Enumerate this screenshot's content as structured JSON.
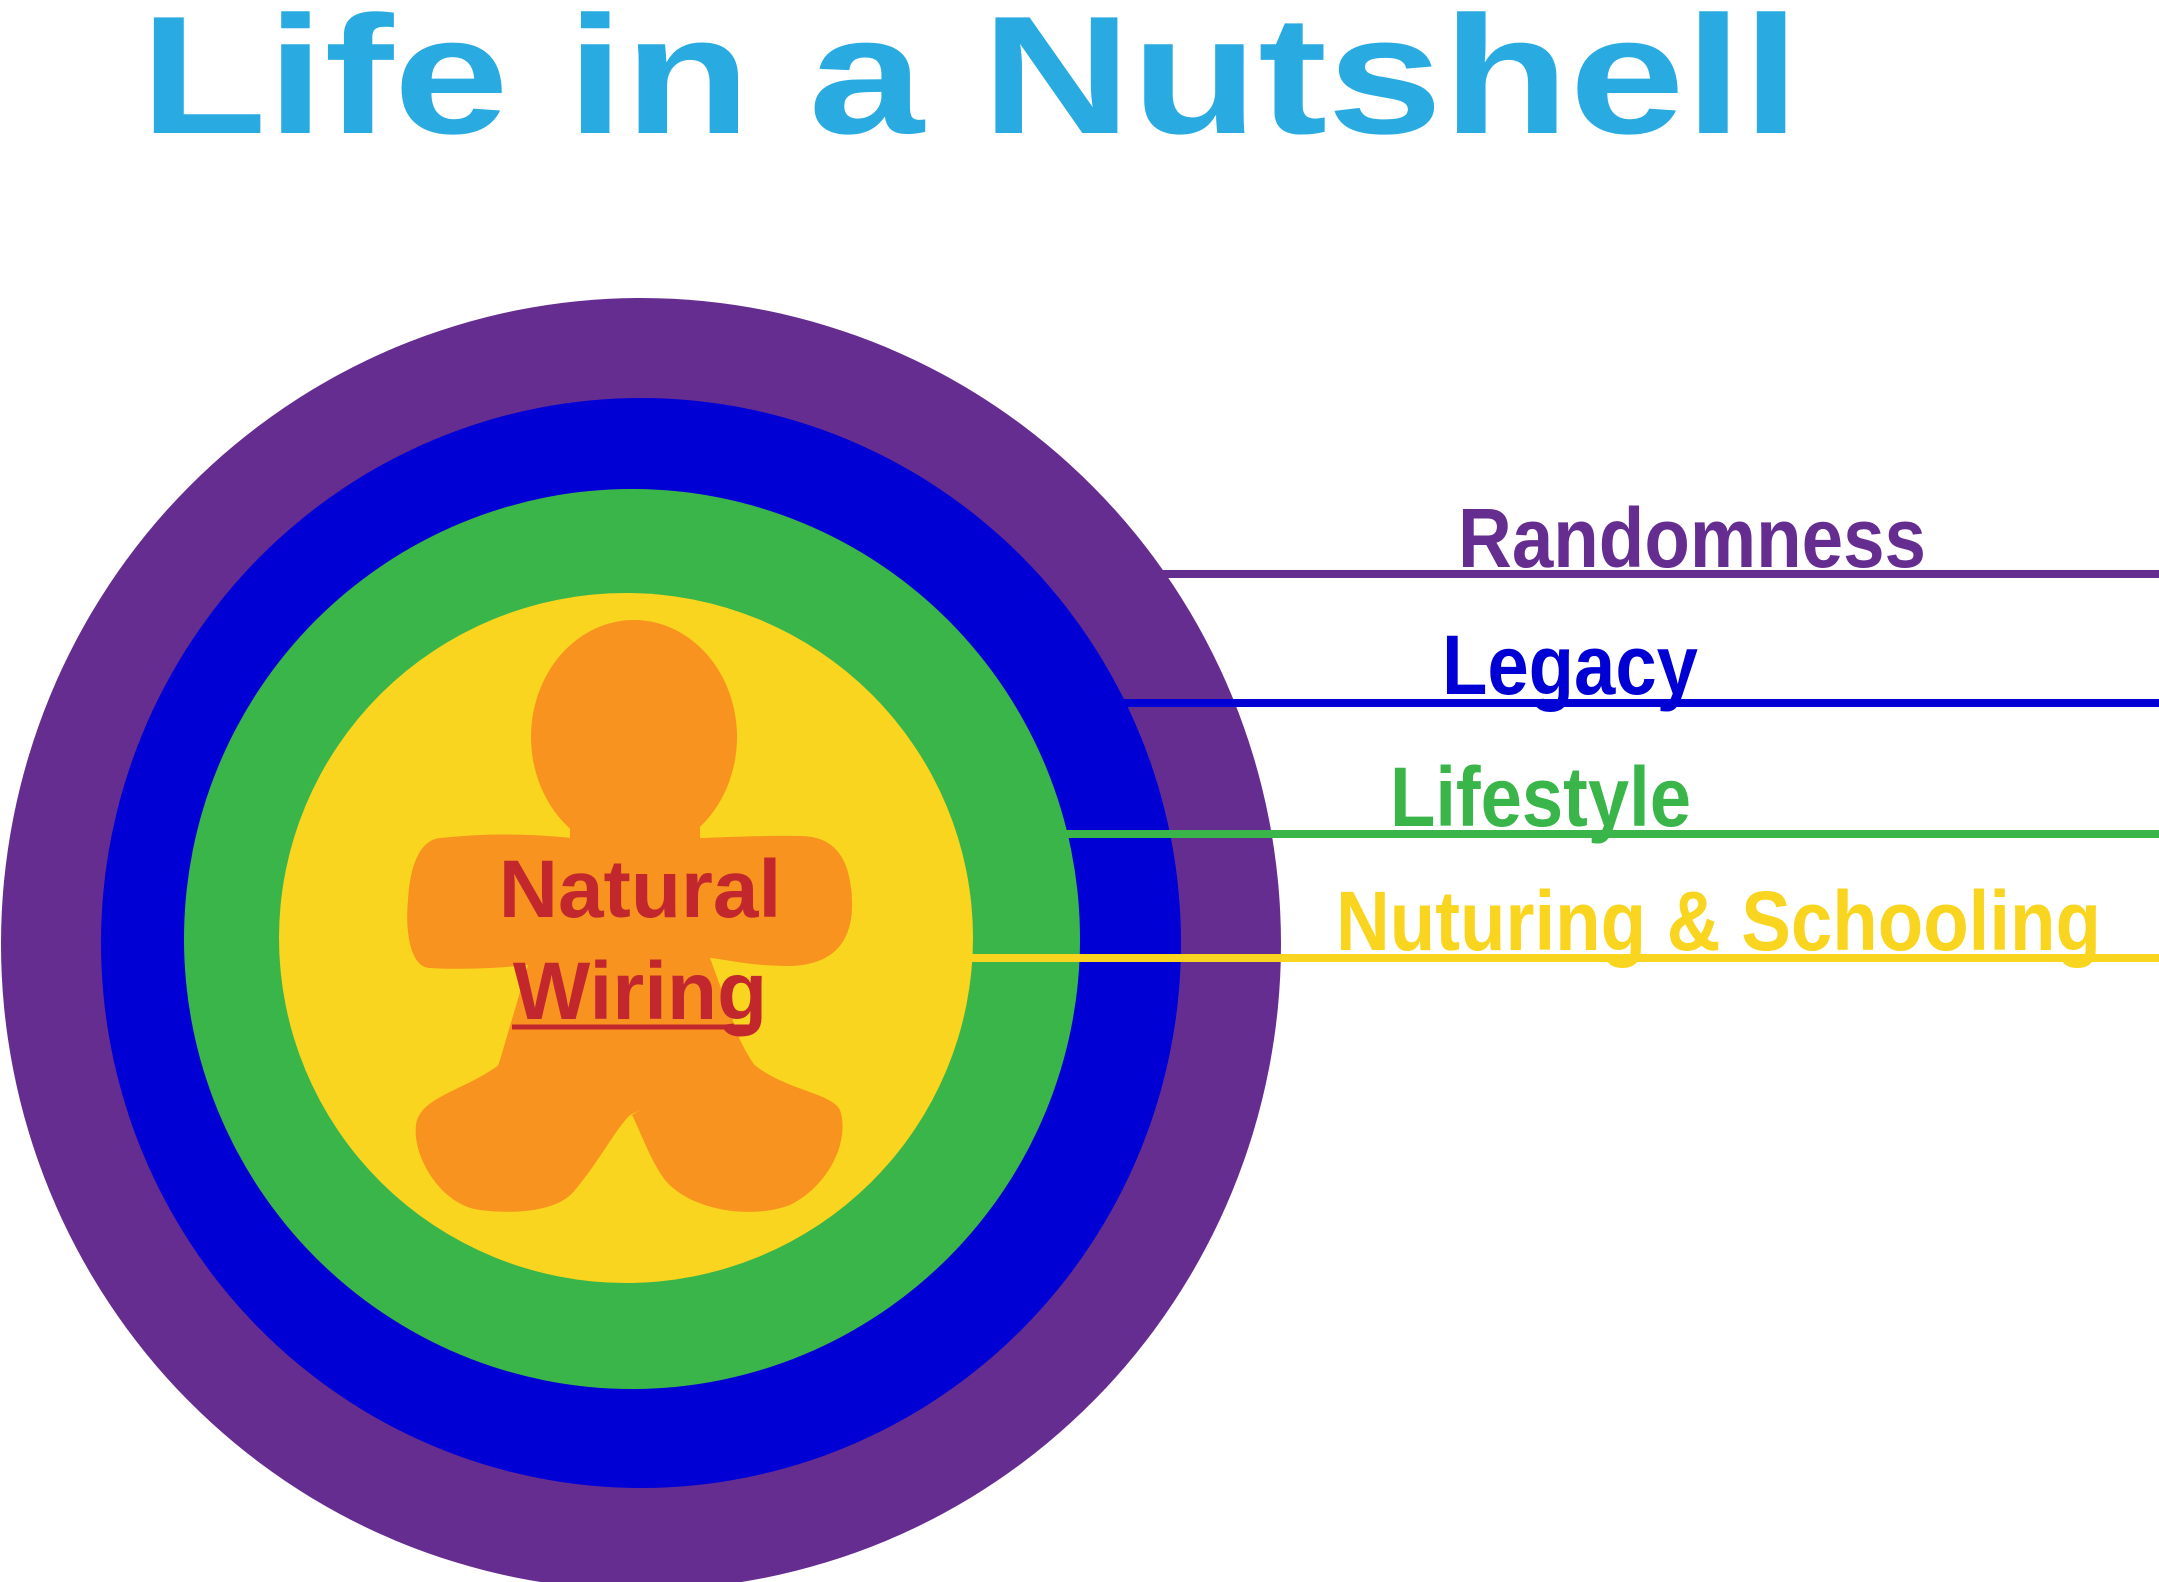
{
  "title": "Life in a Nutshell",
  "colors": {
    "title": "#29ABE2",
    "randomness": "#662D91",
    "legacy": "#0000D4",
    "lifestyle": "#39B54A",
    "nurturing": "#F9D51F",
    "figure": "#F7931E",
    "center_text": "#C1272D",
    "background": "#FFFFFF"
  },
  "rings": [
    {
      "label": "Randomness",
      "color": "#662D91"
    },
    {
      "label": "Legacy",
      "color": "#0000D4"
    },
    {
      "label": "Lifestyle",
      "color": "#39B54A"
    },
    {
      "label": "Nuturing & Schooling",
      "color": "#F9D51F"
    }
  ],
  "center": {
    "line1": "Natural",
    "line2": "Wiring",
    "icon": "gingerbread-person-icon"
  }
}
